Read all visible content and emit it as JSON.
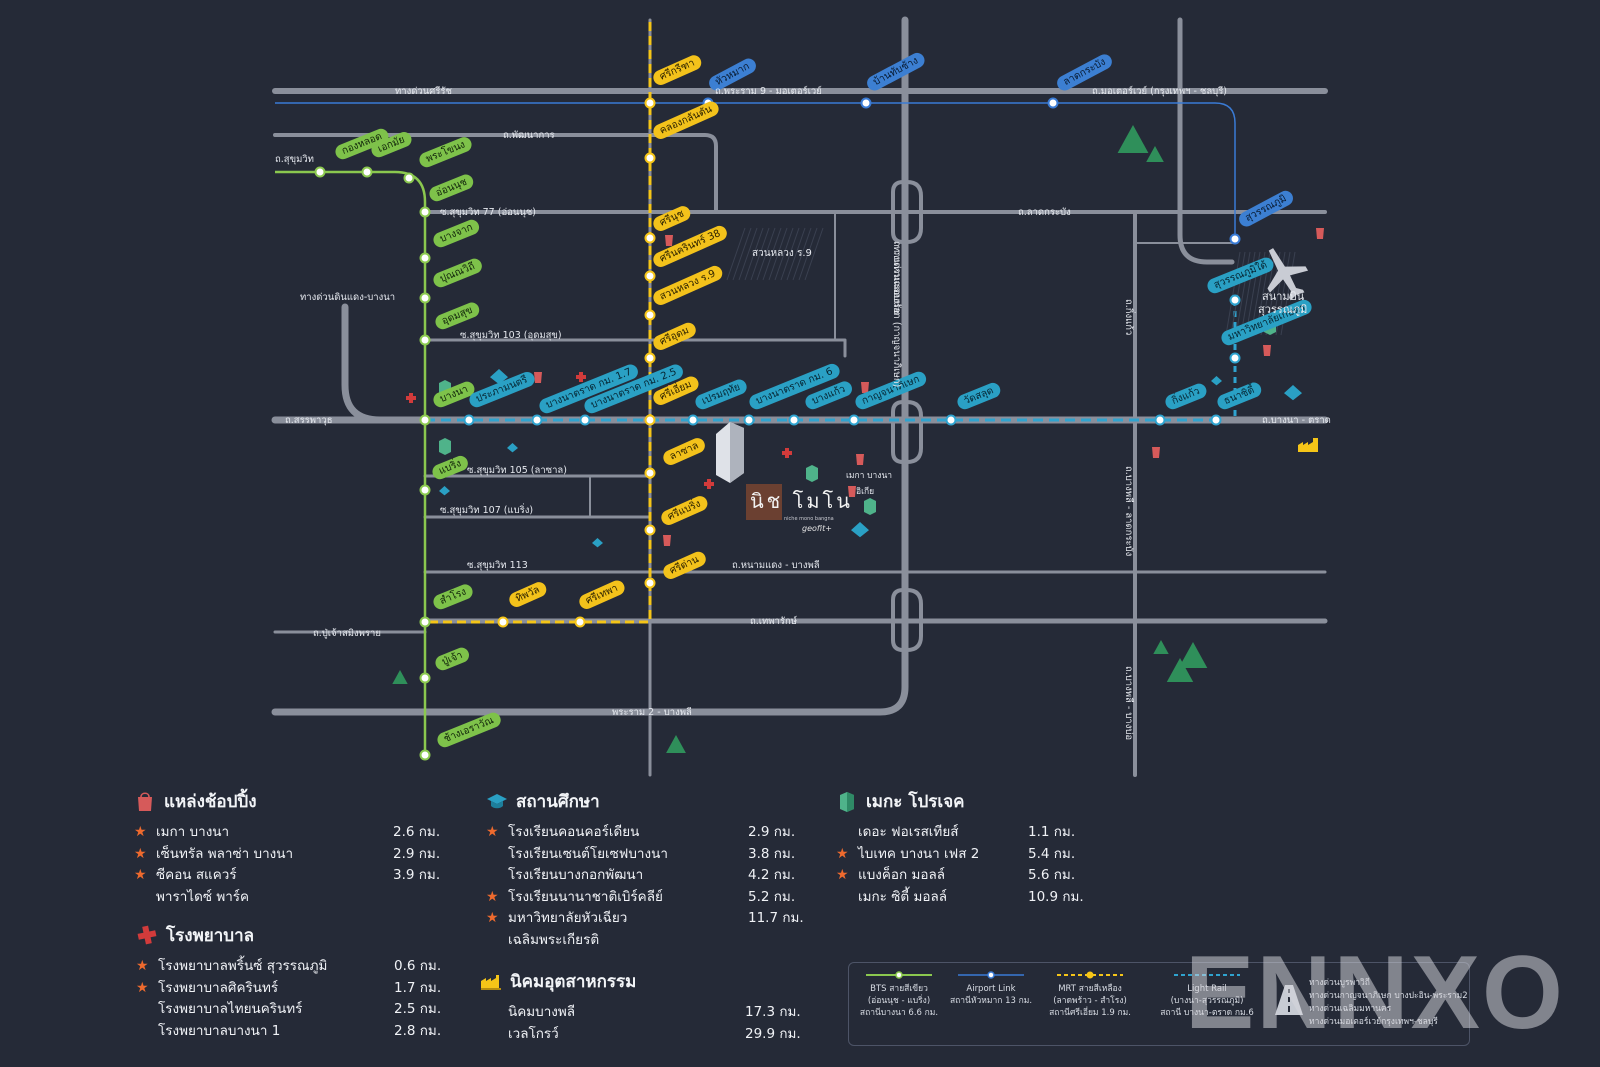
{
  "colors": {
    "background": "#252a37",
    "road": "#8a8f9b",
    "bts": "#8bc84f",
    "mrt": "#f5c518",
    "light_rail": "#2fa3cf",
    "airport_link": "#3a7bd5",
    "star": "#ee6a2e"
  },
  "roads": [
    {
      "name": "road-expressway-sirat",
      "label": "ทางด่วนศรีรัช"
    },
    {
      "name": "road-phatthanakan",
      "label": "ถ.พัฒนาการ"
    },
    {
      "name": "road-sukhumvit",
      "label": "ถ.สุขุมวิท"
    },
    {
      "name": "road-soi-77",
      "label": "ซ.สุขุมวิท 77 (อ่อนนุช)"
    },
    {
      "name": "road-expressway-chalong",
      "label": "ทางด่วนฉลองรัช"
    },
    {
      "name": "road-expressway-dindaeng-bangna",
      "label": "ทางด่วนดินแดง-บางนา"
    },
    {
      "name": "road-soi-103",
      "label": "ซ.สุขุมวิท 103 (อุดมสุข)"
    },
    {
      "name": "road-sanphawut",
      "label": "ถ.สรรพาวุธ"
    },
    {
      "name": "road-soi-105",
      "label": "ซ.สุขุมวิท 105 (ลาซาล)"
    },
    {
      "name": "road-soi-107",
      "label": "ซ.สุขุมวิท 107 (แบริ่ง)"
    },
    {
      "name": "road-soi-113",
      "label": "ซ.สุขุมวิท 113"
    },
    {
      "name": "road-nongbon-bangphli",
      "label": "ถ.หนามแดง - บางพลี"
    },
    {
      "name": "road-pujaosamingphrai",
      "label": "ถ.ปู่เจ้าสมิงพราย"
    },
    {
      "name": "road-theparak",
      "label": "ถ.เทพารักษ์"
    },
    {
      "name": "road-rama2-bangphli",
      "label": "พระราม 2 - บางพลี"
    },
    {
      "name": "road-rama9-motorway",
      "label": "ถ.พระราม 9 - มอเตอร์เวย์"
    },
    {
      "name": "road-motorway",
      "label": "ถ.มอเตอร์เวย์ (กรุงเทพฯ - ชลบุรี)"
    },
    {
      "name": "road-ladkrabang",
      "label": "ถ.ลาดกระบัง"
    },
    {
      "name": "road-kanchanaphisek",
      "label": "ถ.วงแหวนรอบนอก (กาญจนาภิเษก)"
    },
    {
      "name": "road-kingkaew",
      "label": "ถ.กิ่งแก้ว"
    },
    {
      "name": "road-bangna-trat",
      "label": "ถ.บางนา - ตราด"
    },
    {
      "name": "road-bangphli-ladkrabang",
      "label": "ถ.บางพลี - ลาดกระบัง"
    },
    {
      "name": "road-bangphli-bangbo",
      "label": "ถ.บางพลี - บางบ่อ"
    }
  ],
  "stations": {
    "bts": [
      "กองหลอด",
      "เอกมัย",
      "พระโขนง",
      "อ่อนนุช",
      "บางจาก",
      "ปุณณวิถี",
      "อุดมสุข",
      "บางนา",
      "แบริ่ง",
      "สำโรง",
      "ปู่เจ้า",
      "ช้างเอราวัณ"
    ],
    "mrt": [
      "ศรีกรีฑา",
      "คลองกลันตัน",
      "ศรีนุช",
      "ศรีนครินทร์ 38",
      "สวนหลวง ร.9",
      "ศรีอุดม",
      "ศรีเอี่ยม",
      "ลาซาล",
      "ศรีแบริ่ง",
      "ศรีด่าน",
      "ทิพวัล",
      "ศรีเทพา",
      "ทิพวัล"
    ],
    "light_rail": [
      "ประภามนตรี",
      "บางนาตราด กม. 1.7",
      "บางนาตราด กม. 2.5",
      "เปรมฤทัย",
      "บางนาตราด กม. 6",
      "บางแก้ว",
      "กาญจนาภิเษก",
      "วัดสลุด",
      "กิ่งแก้ว",
      "ธนาซิตี้",
      "มหาวิทยาลัยเกษตร",
      "สุวรรณภูมิใต้"
    ],
    "airport_link": [
      "หัวหมาก",
      "บ้านทับช้าง",
      "ลาดกระบัง",
      "สุวรรณภูมิ"
    ]
  },
  "map_labels": {
    "park": "สวนหลวง ร.9",
    "airport_line1": "สนามบิน",
    "airport_line2": "สุวรรณภูมิ",
    "mega_bangna": "เมกา บางนา",
    "ikea": "อิเกีย",
    "project_thai": "นิช โมโน",
    "project_sub": "niche mono bangna",
    "project_tag": "geofit+"
  },
  "shopping": {
    "title": "แหล่งช้อปปิ้ง",
    "icon": "shopping-bag-icon",
    "items": [
      {
        "name": "เมกา บางนา",
        "distance": "2.6 กม.",
        "star": true
      },
      {
        "name": "เซ็นทรัล พลาซ่า บางนา",
        "distance": "2.9 กม.",
        "star": true
      },
      {
        "name": "ซีคอน สแควร์",
        "distance": "3.9 กม.",
        "star": true
      },
      {
        "name": "พาราไดซ์ พาร์ค",
        "distance": "",
        "star": false
      }
    ]
  },
  "hospital": {
    "title": "โรงพยาบาล",
    "icon": "hospital-cross-icon",
    "items": [
      {
        "name": "โรงพยาบาลพริ้นซ์ สุวรรณภูมิ",
        "distance": "0.6 กม.",
        "star": true
      },
      {
        "name": "โรงพยาบาลศิครินทร์",
        "distance": "1.7 กม.",
        "star": true
      },
      {
        "name": "โรงพยาบาลไทยนครินทร์",
        "distance": "2.5 กม.",
        "star": false
      },
      {
        "name": "โรงพยาบาลบางนา 1",
        "distance": "2.8 กม.",
        "star": false
      }
    ]
  },
  "education": {
    "title": "สถานศึกษา",
    "icon": "graduation-cap-icon",
    "items": [
      {
        "name": "โรงเรียนคอนคอร์เดียน",
        "distance": "2.9 กม.",
        "star": true
      },
      {
        "name": "โรงเรียนเซนต์โยเซฟบางนา",
        "distance": "3.8 กม.",
        "star": false
      },
      {
        "name": "โรงเรียนบางกอกพัฒนา",
        "distance": "4.2 กม.",
        "star": false
      },
      {
        "name": "โรงเรียนนานาชาติเบิร์คลีย์",
        "distance": "5.2 กม.",
        "star": true
      },
      {
        "name": "มหาวิทยาลัยหัวเฉียว",
        "distance": "11.7 กม.",
        "star": true
      },
      {
        "name": "เฉลิมพระเกียรติ",
        "distance": "",
        "star": false
      }
    ]
  },
  "industrial": {
    "title": "นิคมอุตสาหกรรม",
    "icon": "factory-icon",
    "items": [
      {
        "name": "นิคมบางพลี",
        "distance": "17.3 กม.",
        "star": false
      },
      {
        "name": "เวลโกรว์",
        "distance": "29.9 กม.",
        "star": false
      }
    ]
  },
  "mega_projects": {
    "title": "เมกะ โปรเจค",
    "icon": "building-icon",
    "items": [
      {
        "name": "เดอะ ฟอเรสเทียส์",
        "distance": "1.1 กม.",
        "star": false
      },
      {
        "name": "ไบเทค บางนา เฟส 2",
        "distance": "5.4 กม.",
        "star": true
      },
      {
        "name": "แบงค็อก มอลล์",
        "distance": "5.6 กม.",
        "star": true
      },
      {
        "name": "เมกะ ซิตี้ มอลล์",
        "distance": "10.9 กม.",
        "star": false
      }
    ]
  },
  "transit_legend": [
    {
      "name": "legend-bts",
      "line1": "BTS สายสีเขียว",
      "line2": "(อ่อนนุช - แบริ่ง)",
      "line3": "สถานีบางนา 6.6 กม."
    },
    {
      "name": "legend-airport-link",
      "line1": "Airport Link",
      "line2": "สถานีหัวหมาก 13 กม.",
      "line3": ""
    },
    {
      "name": "legend-mrt",
      "line1": "MRT สายสีเหลือง",
      "line2": "(ลาดพร้าว - สำโรง)",
      "line3": "สถานีศรีเอี่ยม 1.9 กม."
    },
    {
      "name": "legend-light-rail",
      "line1": "Light Rail",
      "line2": "(บางนา-สุวรรณภูมิ)",
      "line3": "สถานี บางนา-ตราด กม.6"
    }
  ],
  "highway_legend": {
    "line1": "ทางด่วนบูรพาวิถี",
    "line2": "ทางด่วนกาญจนาภิเษก บางปะอิน-พระราม2",
    "line3": "ทางด่วนเฉลิมมหานคร",
    "line4": "ทางด่วนมอเตอร์เวย์กรุงเทพฯ-ชลบุรี"
  },
  "watermark": "ENNXO"
}
